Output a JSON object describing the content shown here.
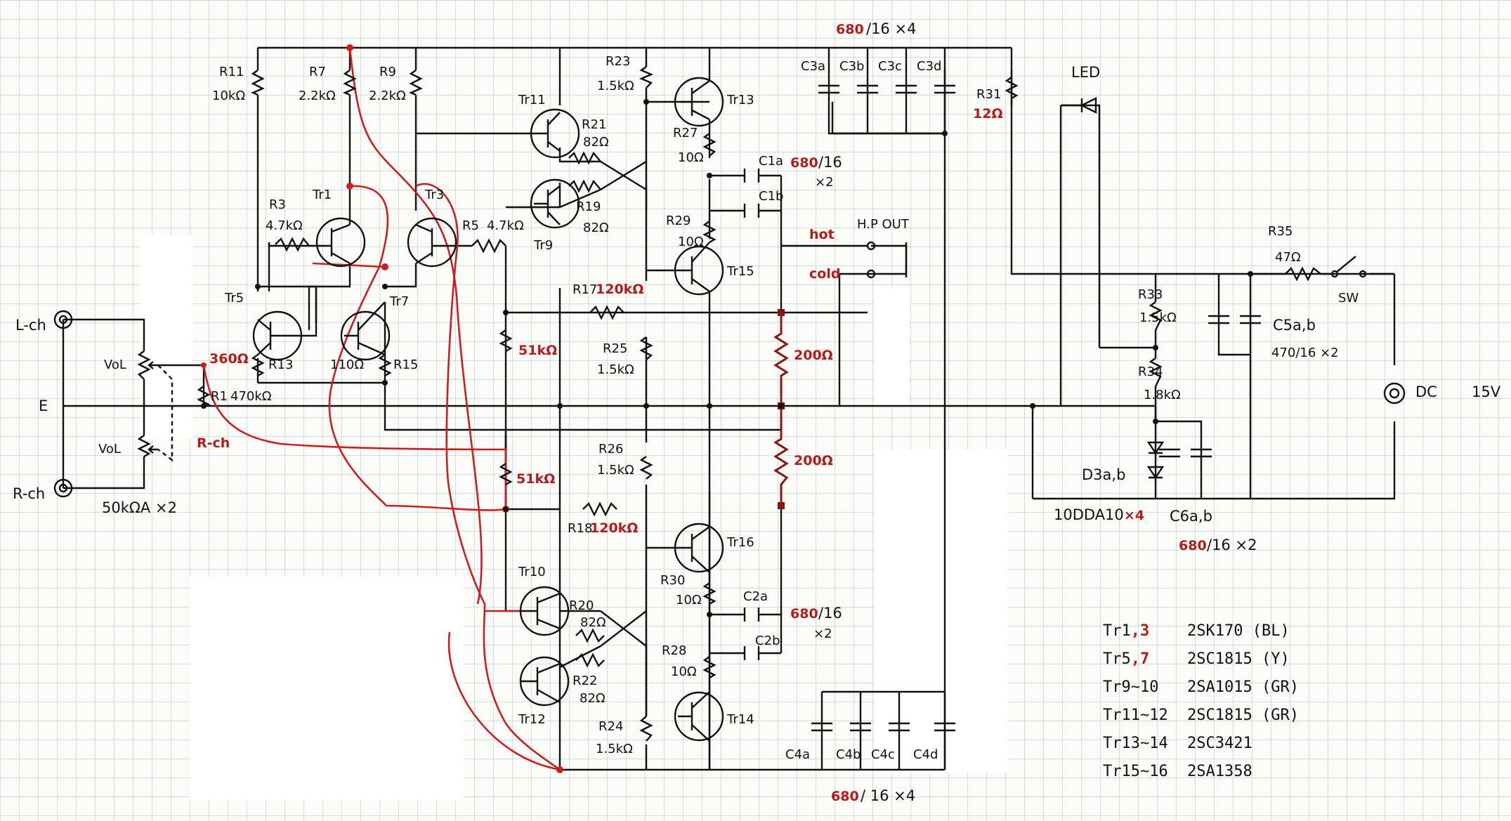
{
  "colors": {
    "ink": "#111111",
    "red_wire": "#c62020",
    "grid": "#78aad2"
  },
  "labels": {
    "top_caps_value": "680",
    "top_caps_rating": "/16 ×4",
    "bottom_caps_value": "680",
    "bottom_caps_rating": "/ 16 ×4",
    "c1_value": "680",
    "c1_rating": "/16",
    "c1_qty": "×2",
    "c2_value": "680",
    "c2_rating": "/16",
    "c2_qty": "×2",
    "c6_value": "680",
    "c6_rating": "/16 ×2",
    "r11": "R11",
    "r11_val": "10kΩ",
    "r7": "R7",
    "r7_val": "2.2kΩ",
    "r9": "R9",
    "r9_val": "2.2kΩ",
    "r23": "R23",
    "r23_val": "1.5kΩ",
    "r3": "R3",
    "r3_val": "4.7kΩ",
    "r5": "R5",
    "r5_val": "4.7kΩ",
    "r21": "R21",
    "r21_val": "82Ω",
    "r19": "R19",
    "r19_val": "82Ω",
    "r27": "R27",
    "r27_val": "10Ω",
    "r29": "R29",
    "r29_val": "10Ω",
    "r17": "R17",
    "r17_val": "120kΩ",
    "r18": "R18",
    "r18_val": "120kΩ",
    "r25": "R25",
    "r25_val": "1.5kΩ",
    "r26": "R26",
    "r26_val": "1.5kΩ",
    "r24": "R24",
    "r24_val": "1.5kΩ",
    "r13": "R13",
    "r13_val": "360Ω",
    "r15": "R15",
    "r15_val": "110Ω",
    "r1": "R1",
    "r1_val": "470kΩ",
    "r20": "R20",
    "r20_val": "82Ω",
    "r22": "R22",
    "r22_val": "82Ω",
    "r30": "R30",
    "r30_val": "10Ω",
    "r28": "R28",
    "r28_val": "10Ω",
    "r31": "R31",
    "r31_val": "12Ω",
    "r33": "R33",
    "r33_val": "1.5kΩ",
    "r34": "R34",
    "r34_val": "1.8kΩ",
    "r35": "R35",
    "r35_val": "47Ω",
    "fb_upper": "51kΩ",
    "fb_lower": "51kΩ",
    "mid_upper": "200Ω",
    "mid_lower": "200Ω",
    "tr1": "Tr1",
    "tr3": "Tr3",
    "tr5": "Tr5",
    "tr7": "Tr7",
    "tr9": "Tr9",
    "tr10": "Tr10",
    "tr11": "Tr11",
    "tr12": "Tr12",
    "tr13": "Tr13",
    "tr14": "Tr14",
    "tr15": "Tr15",
    "tr16": "Tr16",
    "c1a": "C1a",
    "c1b": "C1b",
    "c2a": "C2a",
    "c2b": "C2b",
    "c3a": "C3a",
    "c3b": "C3b",
    "c3c": "C3c",
    "c3d": "C3d",
    "c4a": "C4a",
    "c4b": "C4b",
    "c4c": "C4c",
    "c4d": "C4d",
    "c5": "C5a,b",
    "c5_val": "470/16 ×2",
    "c6": "C6a,b",
    "d3": "D3a,b",
    "diode_part": "10DDA10",
    "diode_qty": "×4",
    "led": "LED",
    "sw": "SW",
    "dc": "DC",
    "dc_volt": "15V",
    "hp_out": "H.P OUT",
    "hot": "hot",
    "cold": "cold",
    "lch": "L-ch",
    "rch": "R-ch",
    "rch_red": "R-ch",
    "e": "E",
    "vol1": "VoL",
    "vol2": "VoL",
    "pot": "50kΩA ×2"
  },
  "bom": [
    {
      "ref": "Tr1",
      "ref_red": ",3",
      "part": "2SK170 (BL)"
    },
    {
      "ref": "Tr5",
      "ref_red": ",7",
      "part": "2SC1815 (Y)"
    },
    {
      "ref": "Tr9~10",
      "ref_red": "",
      "part": "2SA1015 (GR)"
    },
    {
      "ref": "Tr11~12",
      "ref_red": "",
      "part": "2SC1815 (GR)"
    },
    {
      "ref": "Tr13~14",
      "ref_red": "",
      "part": "2SC3421"
    },
    {
      "ref": "Tr15~16",
      "ref_red": "",
      "part": "2SA1358"
    }
  ]
}
